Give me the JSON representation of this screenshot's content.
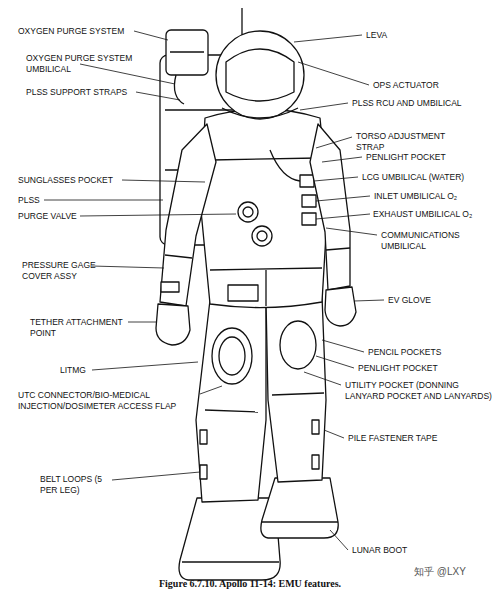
{
  "diagram": {
    "caption": "Figure 6.7.10. Apollo 11-14: EMU features.",
    "labels": [
      "OXYGEN PURGE SYSTEM",
      "OXYGEN PURGE SYSTEM UMBILICAL",
      "PLSS SUPPORT STRAPS",
      "SUNGLASSES POCKET",
      "PLSS",
      "PURGE VALVE",
      "PRESSURE GAGE COVER ASSY",
      "TETHER ATTACHMENT POINT",
      "LITMG",
      "UTC CONNECTOR/BIO-MEDICAL INJECTION/DOSIMETER ACCESS FLAP",
      "BELT LOOPS (5 PER LEG)",
      "LEVA",
      "OPS ACTUATOR",
      "PLSS RCU AND UMBILICAL",
      "TORSO ADJUSTMENT STRAP",
      "PENLIGHT POCKET",
      "LCG UMBILICAL (WATER)",
      "INLET UMBILICAL O₂",
      "EXHAUST UMBILICAL O₂",
      "COMMUNICATIONS UMBILICAL",
      "EV GLOVE",
      "PENCIL POCKETS",
      "PENLIGHT POCKET",
      "UTILITY POCKET (DONNING LANYARD POCKET AND LANYARDS)",
      "PILE FASTENER TAPE",
      "LUNAR BOOT",
      "知乎 @LXY"
    ]
  }
}
